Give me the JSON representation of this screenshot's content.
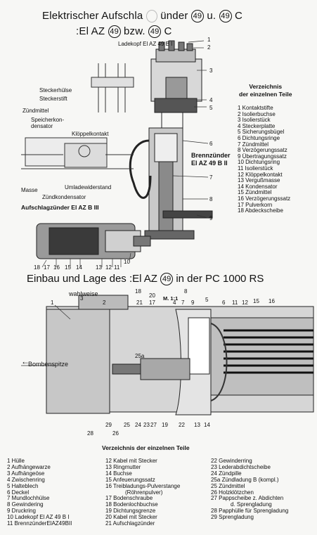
{
  "title": {
    "line1_a": "Elektrischer Aufschla",
    "line1_b": "ünder",
    "line1_c": "u.",
    "line1_d": "C",
    "circle_49": "49",
    "line2_a": ":El AZ",
    "line2_b": "bzw.",
    "line2_c": "C"
  },
  "top_labels": {
    "ladekopf": "Ladekopf El AZ 49 B I",
    "steckerhuelse": "Steckerhülse",
    "steckerstift": "Steckerstift",
    "zuendmittel": "Zündmittel",
    "speicherkondensator": "Speicherkon-\ndensator",
    "kloeppelkontakt": "Klöppelkontakt",
    "umladewiderstand": "Umladewiderstand",
    "masse": "Masse",
    "zuendkondensator": "Zündkondensator",
    "aufschlagzuender": "Aufschlagzünder El AZ B III",
    "brennzuender": "Brennzünder\nEl AZ 49 B II"
  },
  "top_callouts": [
    "1",
    "2",
    "3",
    "4",
    "5",
    "6",
    "7",
    "8",
    "9"
  ],
  "bottom_callouts_left": [
    "18",
    "17",
    "16",
    "15",
    "14",
    "13",
    "12",
    "11",
    "10"
  ],
  "parts_list": {
    "title": "Verzeichnis\nder einzelnen Teile",
    "items": [
      "1  Kontaktstifte",
      "2  Isolierbuchse",
      "3  Isolierstück",
      "4  Steckerplatte",
      "5  Sicherungsbügel",
      "6  Dichtungsringe",
      "7  Zündmittel",
      "8  Verzögerungssatz",
      "9  Übertragungssatz",
      "10  Dichtungsring",
      "11  Isolierstück",
      "12  Klöppelkontakt",
      "13  Vergußmasse",
      "14  Kondensator",
      "15  Zündmittel",
      "16  Verzögerungssatz",
      "17  Pulverkorn",
      "18  Abdeckscheibe"
    ]
  },
  "section2": {
    "title_a": "Einbau und Lage des :El AZ",
    "title_b": "in der PC 1000 RS",
    "wahlweise": "wahlweise",
    "bombenspitze": "Bombenspitze",
    "scale": "M. 1:1",
    "label_25a": "25a",
    "callouts_top": [
      "1",
      "2",
      "3",
      "18",
      "20",
      "21",
      "17",
      "4",
      "7",
      "8",
      "9",
      "5",
      "6",
      "11",
      "12",
      "15",
      "16"
    ],
    "callouts_bottom": [
      "28",
      "29",
      "26",
      "25",
      "24",
      "23",
      "27",
      "19",
      "22",
      "13",
      "14"
    ],
    "list_title": "Verzeichnis der einzelnen Teile",
    "col1": [
      "1  Hülle",
      "2  Aufhängewarze",
      "3  Aufhängeöse",
      "4  Zwischenring",
      "5  Halteblech",
      "6  Deckel",
      "7  Mundlochhülse",
      "8  Gewindering",
      "9  Druckring",
      "10  Ladekopf El AZ 49 B I",
      "11  BrennzünderElAZ49BII"
    ],
    "col2": [
      "12  Kabel mit Stecker",
      "13  Ringmutter",
      "14  Buchse",
      "15  Anfeuerungssatz",
      "16  Treibladungs-Pulverstange",
      "(Röhrenpulver)",
      "17  Bodenschraube",
      "18  Bodenlochbuchse",
      "19  Dichtungsgrenze",
      "20  Kabel mit Stecker",
      "21  Aufschlagzünder"
    ],
    "col3": [
      "22  Gewinderring",
      "23  Lederabdichtscheibe",
      "24  Zündpille",
      "25a  Zündladung B (kompl.)",
      "25  Zündmittel",
      "26  Holzklötzchen",
      "27  Pappscheibe z. Abdichten",
      "d. Sprengladung",
      "28  Papphülle für Sprengladung",
      "29  Sprengladung"
    ]
  }
}
